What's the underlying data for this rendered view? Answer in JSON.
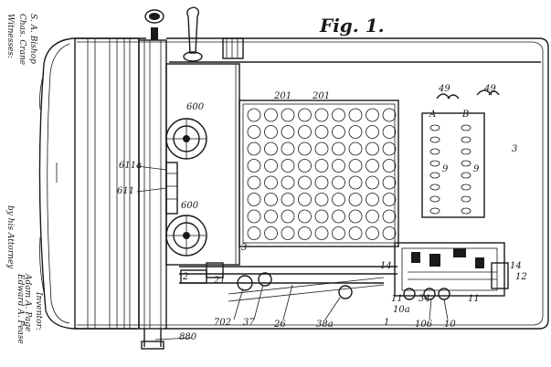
{
  "figure": {
    "title": "Fig. 1."
  },
  "margin_text": {
    "witnesses_heading": "Witnesses:",
    "witness_1": "Chas. Crane",
    "witness_2": "S. A. Bishop",
    "inventor_heading": "Inventor:",
    "inventor_name": "Adam A. Page",
    "by_line": "by his Attorney",
    "attorney_name": "Edward A. Pease"
  },
  "reference_numerals": {
    "n201a": "201",
    "n201b": "201",
    "n600a": "600",
    "n600b": "600",
    "n611a": "611a",
    "n611": "611",
    "n3a": "3",
    "n3b": "3",
    "n49a": "49",
    "n49b": "49",
    "nA": "A",
    "nB": "B",
    "n9a": "9",
    "n9b": "9",
    "n14a": "14",
    "n14b": "14",
    "n12": "12",
    "n2": "2",
    "n21": "21",
    "n702": "702",
    "n37": "37",
    "n26": "26",
    "n38a": "38a",
    "n1": "1",
    "n10a": "10a",
    "n106": "106",
    "n10": "10",
    "n11a": "11",
    "n11b": "11",
    "n34": "34",
    "n880": "880"
  }
}
